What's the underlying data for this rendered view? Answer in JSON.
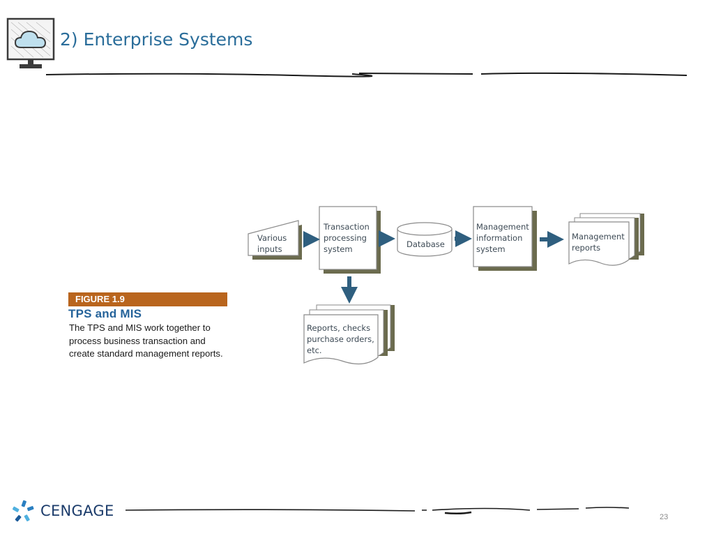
{
  "slide": {
    "title": "2) Enterprise Systems",
    "page_number": "23"
  },
  "figure": {
    "label": "FIGURE",
    "number": "1.9",
    "title": "TPS and MIS",
    "description": "The TPS and MIS work together to process business transaction and create standard management reports."
  },
  "diagram": {
    "nodes": {
      "inputs": [
        "Various",
        "inputs"
      ],
      "tps": [
        "Transaction",
        "processing",
        "system"
      ],
      "database": "Database",
      "mis": [
        "Management",
        "information",
        "system"
      ],
      "mgmt_reports": [
        "Management",
        "reports"
      ],
      "tps_reports": [
        "Reports, checks",
        "purchase orders,",
        "etc."
      ]
    },
    "colors": {
      "shadow": "#6b6b4e",
      "arrow": "#2f5f7f",
      "border": "#8a8a8a"
    }
  },
  "footer": {
    "brand": "CENGAGE"
  },
  "icons": {
    "header": "cloud-monitor-icon",
    "logo": "cengage-logo-icon"
  }
}
